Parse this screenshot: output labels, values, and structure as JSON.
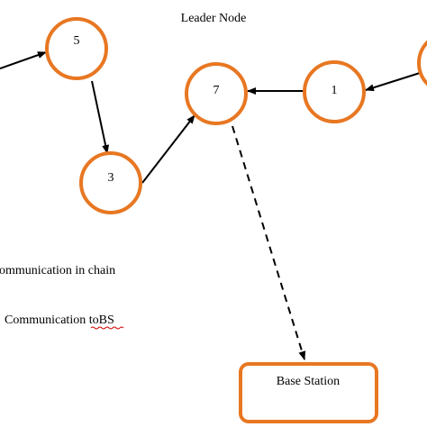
{
  "title": "Leader Node",
  "colors": {
    "node_stroke": "#E87722",
    "edge": "#000000",
    "text": "#000000",
    "background": "#ffffff",
    "spellcheck_underline": "#d00000"
  },
  "nodes": [
    {
      "id": "n5",
      "label": "5"
    },
    {
      "id": "n3",
      "label": "3"
    },
    {
      "id": "n7",
      "label": "7"
    },
    {
      "id": "n1",
      "label": "1"
    },
    {
      "id": "n-right",
      "label": ""
    }
  ],
  "base_station": {
    "label": "Base Station"
  },
  "edges": [
    {
      "from": "offscreen-left",
      "to": "n5",
      "style": "solid"
    },
    {
      "from": "n5",
      "to": "n3",
      "style": "solid"
    },
    {
      "from": "n3",
      "to": "n7",
      "style": "solid"
    },
    {
      "from": "n1",
      "to": "n7",
      "style": "solid"
    },
    {
      "from": "n-right",
      "to": "n1",
      "style": "solid"
    },
    {
      "from": "n7",
      "to": "base-station",
      "style": "dashed"
    }
  ],
  "legend": {
    "chain": "ommunication in chain",
    "bs_prefix": "Communication ",
    "bs_suffix": "toBS"
  }
}
